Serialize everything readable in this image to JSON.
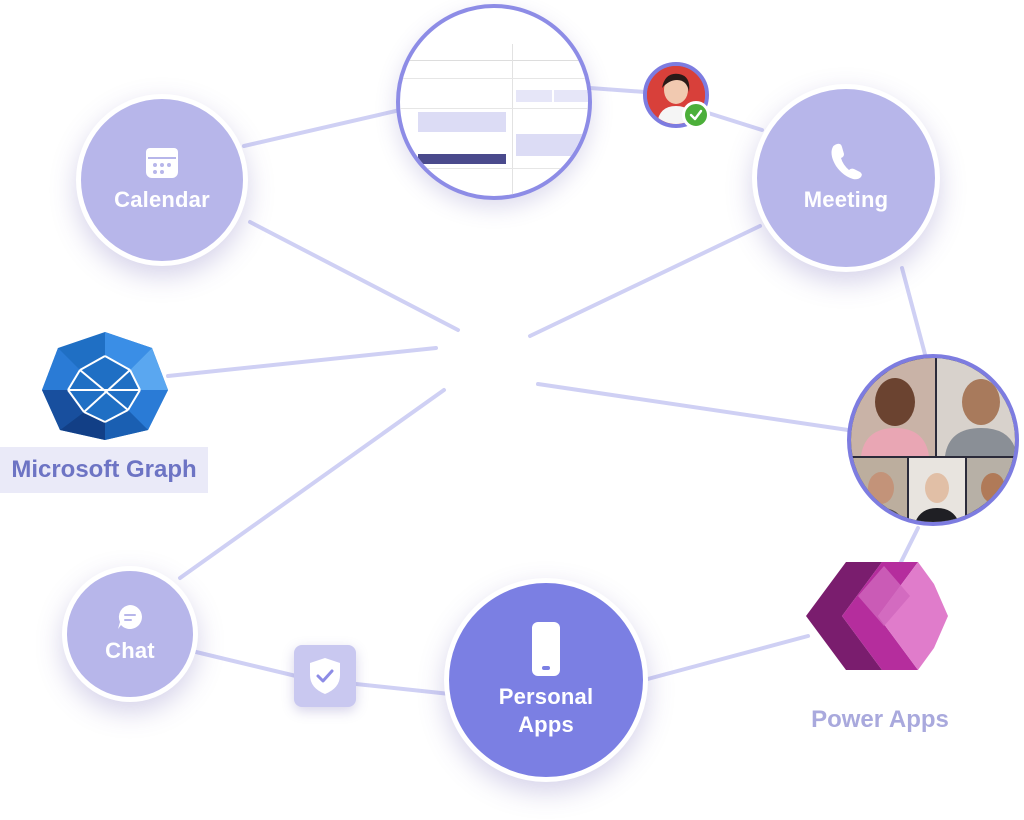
{
  "nodes": {
    "calendar": {
      "label": "Calendar",
      "icon": "calendar-icon"
    },
    "meeting": {
      "label": "Meeting",
      "icon": "phone-icon"
    },
    "chat": {
      "label": "Chat",
      "icon": "chat-bubble-icon"
    },
    "personal_apps": {
      "label_line1": "Personal",
      "label_line2": "Apps",
      "icon": "phone-device-icon"
    }
  },
  "logos": {
    "microsoft_graph": {
      "label": "Microsoft Graph",
      "icon": "microsoft-graph-logo"
    },
    "power_apps": {
      "label": "Power Apps",
      "icon": "power-apps-logo"
    }
  },
  "accents": {
    "light_node": "#b7b6ea",
    "dark_node": "#7b7fe3",
    "line": "#cfd0f4",
    "ring": "#7d7ce0"
  }
}
